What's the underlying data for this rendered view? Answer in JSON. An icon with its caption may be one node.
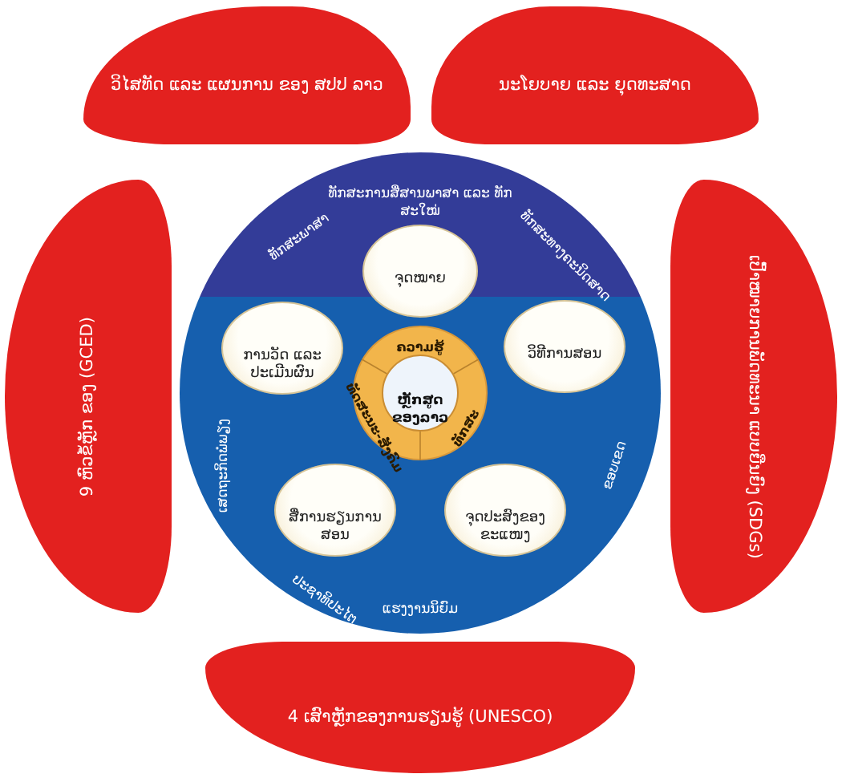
{
  "diagram": {
    "nodes": [
      {
        "text": [
          "ວິໄສທັດ ແລະ ແຜນການ ຂອງ ສປປ ລາວ"
        ]
      },
      {
        "text": [
          "ນະໂຍບາຍ ແລະ ຍຸດທະສາດ"
        ]
      },
      {
        "text": [
          "ເປົ້າໝາຍການພັດທະນາ ແບບຍືນຍົງ (SDGs)"
        ]
      },
      {
        "text": [
          "4 ເສົາຫຼັກຂອງການຮຽນຮູ້ (UNESCO)"
        ]
      },
      {
        "text": [
          "9 ຫົວຂໍ້ຫຼັກ ຂອງ (GCED)"
        ]
      },
      {
        "text": [
          "ທັກສະການສື່ສານພາສາ ແລະ ທັກສະໃໝ່",
          "ທັກສະພາສາ",
          "ທັກສະທາງຄະນິດສາດ",
          "ເສດຖະກິດພໍພຽງ",
          "ປະຊາທິປະໄຕ",
          "ແຮງງານນິຍົມ",
          "ຂອບເຂດ"
        ]
      },
      {
        "text": [
          "ຈຸດໝາຍ"
        ],
        "in": 5
      },
      {
        "text": [
          "ວິທີການສອນ"
        ],
        "in": 5
      },
      {
        "text": [
          "ຈຸດປະສົງຂອງ ຂະແໜງ"
        ],
        "in": 5
      },
      {
        "text": [
          "ສື່ການຮຽນການສອນ"
        ],
        "in": 5
      },
      {
        "text": [
          "ການວັດ ແລະ ປະເມີນຜົນ"
        ],
        "in": 5
      },
      {
        "text": [
          "ຄວາມຮູ້",
          "ທັກສະ",
          "ທັດສະນະ-ສັງຄົມ"
        ],
        "in": 5
      },
      {
        "text": [
          "ຫຼັກສູດ ຂອງລາວ"
        ],
        "in": 11
      }
    ]
  }
}
